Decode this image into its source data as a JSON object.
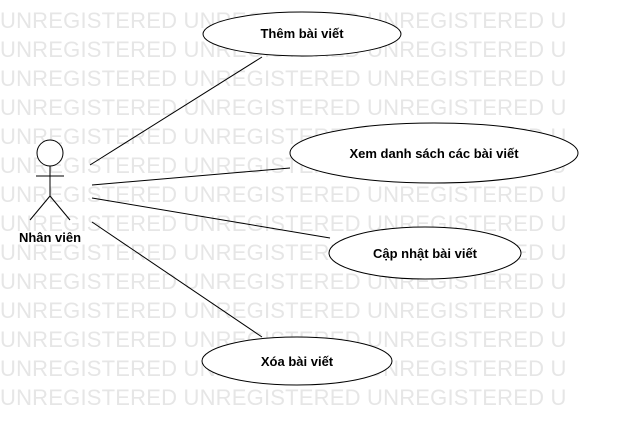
{
  "watermark": {
    "text": "UNREGISTERED UNREGISTERED UNREGISTERED U",
    "color": "#e6e6e6"
  },
  "actor": {
    "name": "Nhân viên"
  },
  "use_cases": [
    {
      "id": "them",
      "label": "Thêm bài viết"
    },
    {
      "id": "xem",
      "label": "Xem danh sách các bài viết"
    },
    {
      "id": "capnhat",
      "label": "Cập nhật bài viết"
    },
    {
      "id": "xoa",
      "label": "Xóa bài viết"
    }
  ]
}
